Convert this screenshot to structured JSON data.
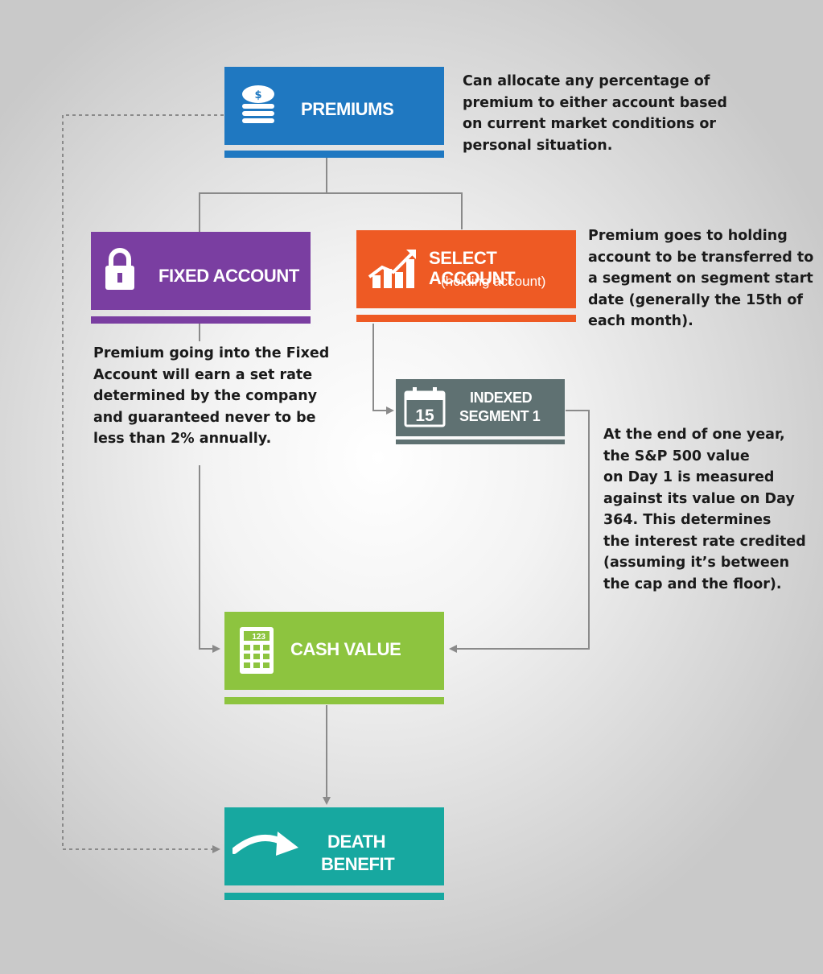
{
  "colors": {
    "premiums": "#1f78c1",
    "fixed": "#7a3ea1",
    "select": "#ee5a24",
    "indexed": "#5f7172",
    "cash": "#8dc43f",
    "death": "#17a8a0",
    "line": "#8a8a8a"
  },
  "boxes": {
    "premiums": {
      "title": "PREMIUMS",
      "icon": "coins-icon"
    },
    "fixed": {
      "title": "FIXED ACCOUNT",
      "icon": "lock-icon"
    },
    "select": {
      "title": "SELECT ACCOUNT",
      "subtitle": "(holding account)",
      "icon": "rising-chart-icon"
    },
    "indexed": {
      "title_line1": "INDEXED",
      "title_line2": "SEGMENT 1",
      "icon": "calendar-icon",
      "calendar_day": "15"
    },
    "cash": {
      "title": "CASH VALUE",
      "icon": "calculator-icon",
      "display": "123"
    },
    "death": {
      "title_line1": "DEATH",
      "title_line2": "BENEFIT",
      "icon": "curved-arrow-icon"
    }
  },
  "notes": {
    "premiums": "Can allocate any percentage of\npremium to either account based\non current market conditions or\npersonal situation.",
    "select": "Premium goes to holding\naccount to be transferred to\na segment on segment start\ndate (generally the 15th of\neach month).",
    "fixed": "Premium going into the Fixed\nAccount will earn a set rate\ndetermined by the company\nand guaranteed never to be\nless than 2% annually.",
    "indexed": "At the end of one year,\nthe S&P 500 value\non Day 1 is measured\nagainst its value on Day\n364. This determines\nthe interest rate credited\n(assuming it’s between\nthe cap and the floor)."
  }
}
